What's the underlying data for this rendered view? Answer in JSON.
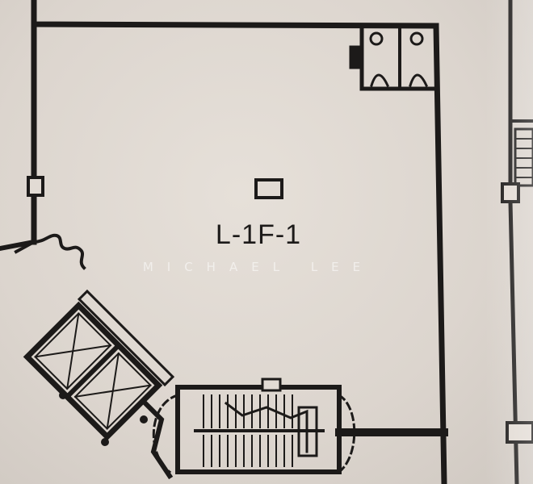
{
  "unit": {
    "label": "L-1F-1"
  },
  "watermark": {
    "text": "MICHAEL LEE"
  },
  "colors": {
    "paper": "#ddd6cf",
    "ink": "#1c1a19"
  },
  "symbols": [
    "toilet-cubicles",
    "lift-shafts",
    "staircase",
    "door-swing",
    "column-markers"
  ]
}
